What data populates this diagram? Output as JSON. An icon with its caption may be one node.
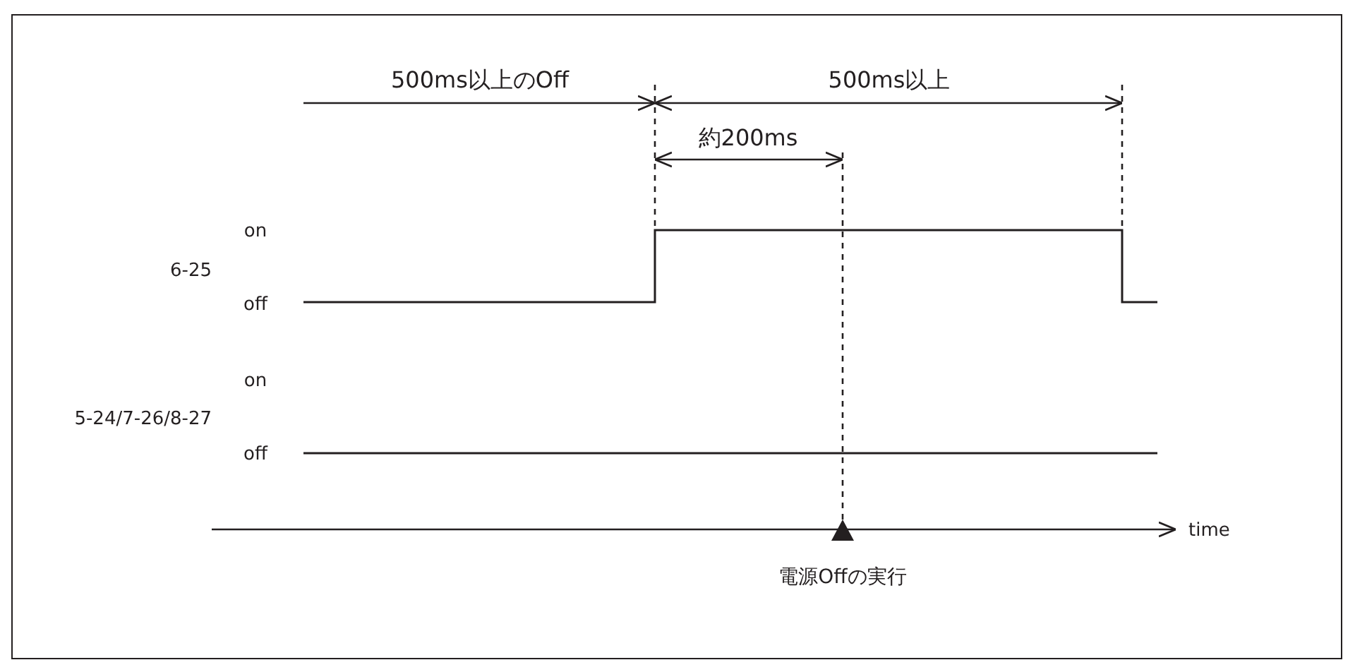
{
  "diagram": {
    "labels": [
      "500ms以上のOff",
      "500ms以上",
      "約200ms",
      "on",
      "6-25",
      "off",
      "on",
      "5-24/7-26/8-27",
      "off",
      "time",
      "電源Offの実行"
    ]
  }
}
